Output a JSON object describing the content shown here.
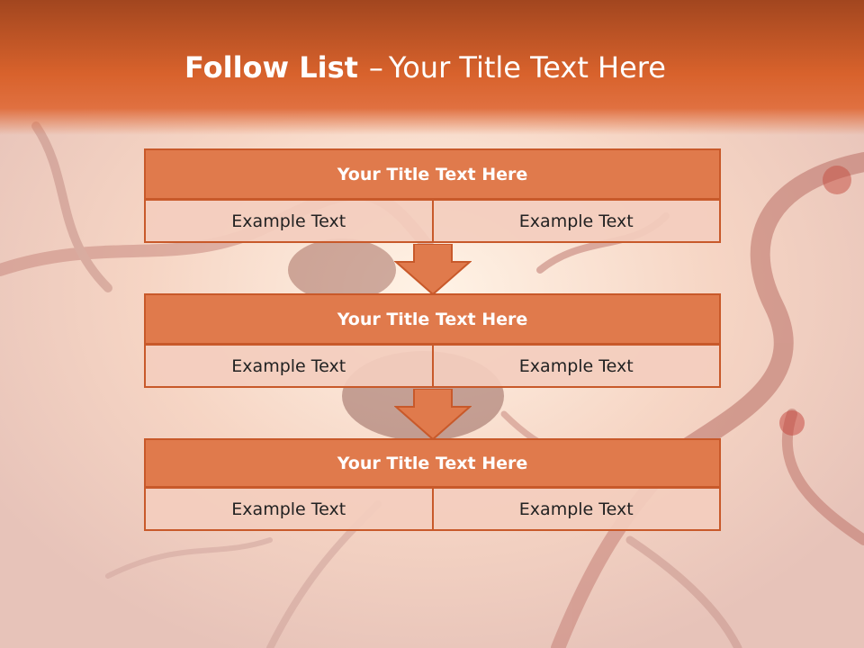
{
  "slide": {
    "title_bold": "Follow List",
    "title_dash": "–",
    "title_rest": "Your Title Text Here"
  },
  "steps": [
    {
      "title": "Your Title Text Here",
      "left_text": "Example Text",
      "right_text": "Example Text"
    },
    {
      "title": "Your Title Text Here",
      "left_text": "Example Text",
      "right_text": "Example Text"
    },
    {
      "title": "Your Title Text Here",
      "left_text": "Example Text",
      "right_text": "Example Text"
    }
  ],
  "colors": {
    "header": "#d8622c",
    "box_fill": "#e07a4c",
    "border": "#c8592a",
    "cell_fill": "#f3cdbe"
  }
}
